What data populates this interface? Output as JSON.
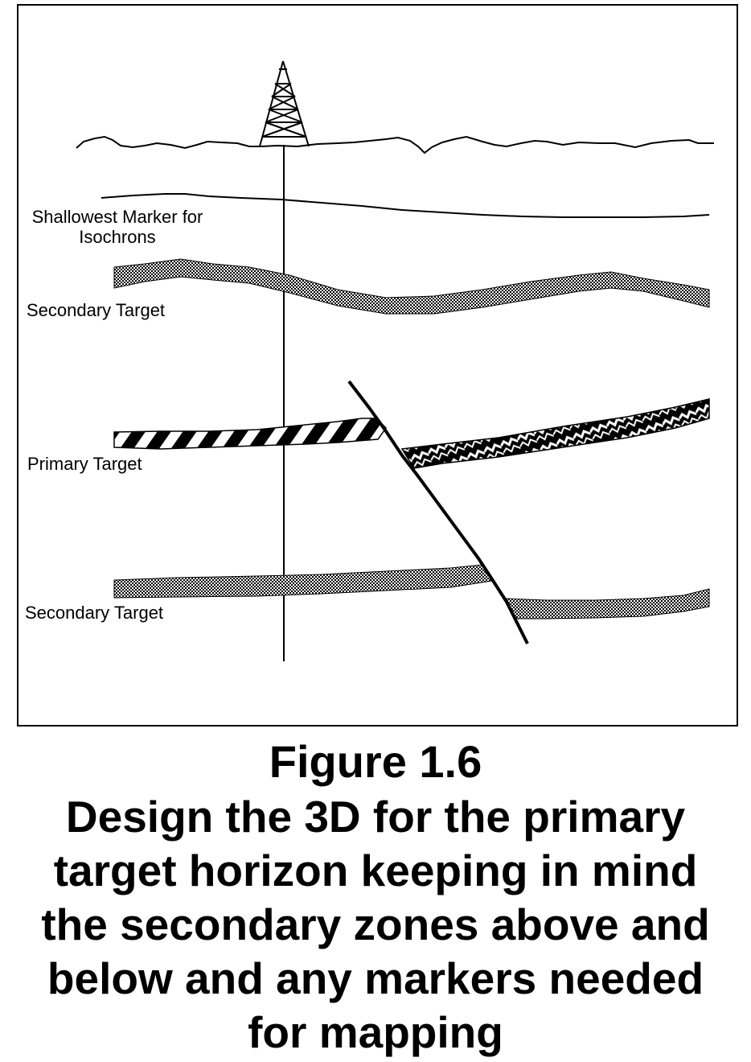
{
  "figure": {
    "number": "Figure 1.6",
    "caption": "Design the 3D for the primary target horizon keeping in mind the secondary zones above and below and any markers needed for mapping"
  },
  "labels": {
    "shallowest_marker_line1": "Shallowest Marker for",
    "shallowest_marker_line2": "Isochrons",
    "secondary_target_upper": "Secondary Target",
    "primary_target": "Primary Target",
    "secondary_target_lower": "Secondary Target"
  },
  "colors": {
    "ink": "#000000",
    "stipple_fill": "#2a2a2a",
    "background": "#ffffff"
  }
}
